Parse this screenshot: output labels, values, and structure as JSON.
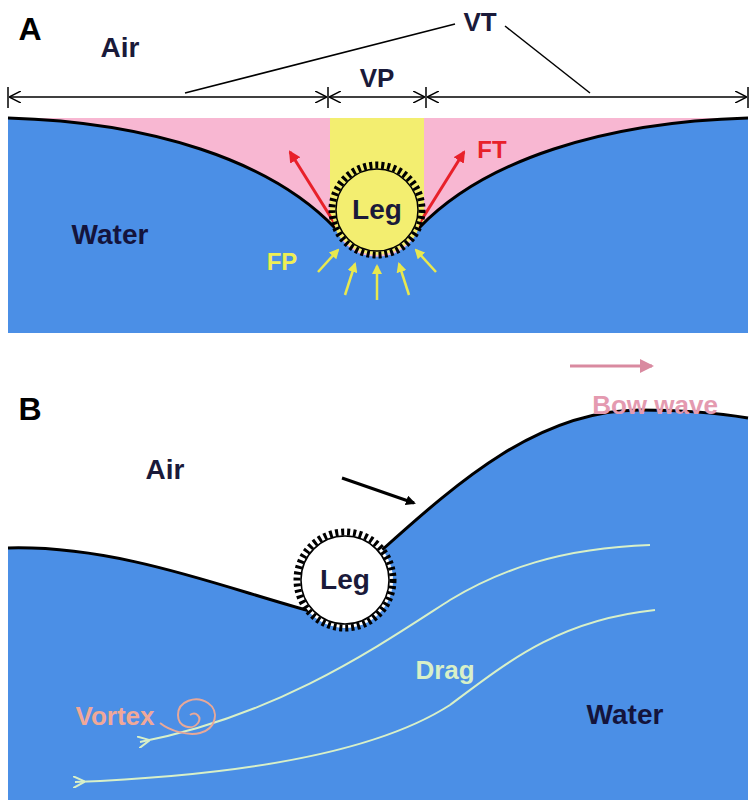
{
  "diagram": {
    "nodes": [
      {
        "text": [
          "Leg"
        ]
      },
      {
        "text": [
          "Leg"
        ]
      }
    ],
    "labels": [
      "A",
      "Air",
      "VT",
      "VP",
      "Water",
      "FP",
      "FT",
      "B",
      "Air",
      "Bow wave",
      "Vortex",
      "Drag",
      "Water"
    ]
  }
}
